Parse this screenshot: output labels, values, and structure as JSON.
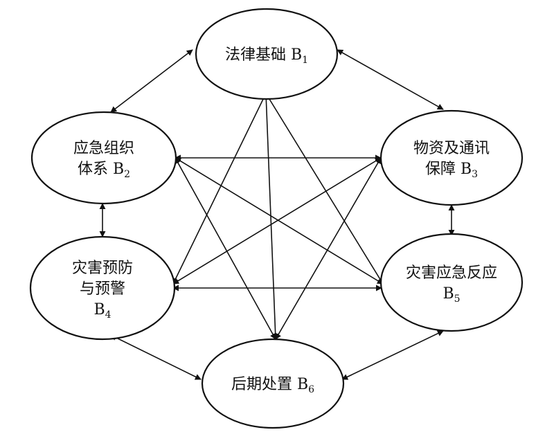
{
  "nodes": [
    {
      "id": "B1",
      "lines": [
        {
          "text": "法律基础 ",
          "code": "B",
          "sub": "1"
        }
      ]
    },
    {
      "id": "B2",
      "lines": [
        {
          "text": "应急组织"
        },
        {
          "text": "体系 ",
          "code": "B",
          "sub": "2"
        }
      ]
    },
    {
      "id": "B3",
      "lines": [
        {
          "text": "物资及通讯"
        },
        {
          "text": "保障 ",
          "code": "B",
          "sub": "3"
        }
      ]
    },
    {
      "id": "B4",
      "lines": [
        {
          "text": "灾害预防"
        },
        {
          "text": "与预警"
        },
        {
          "text": "",
          "code": "B",
          "sub": "4"
        }
      ]
    },
    {
      "id": "B5",
      "lines": [
        {
          "text": "灾害应急反应"
        },
        {
          "text": "",
          "code": "B",
          "sub": "5"
        }
      ]
    },
    {
      "id": "B6",
      "lines": [
        {
          "text": "后期处置 ",
          "code": "B",
          "sub": "6"
        }
      ]
    }
  ],
  "edges": [
    [
      "B1",
      "B2"
    ],
    [
      "B1",
      "B3"
    ],
    [
      "B1",
      "B4"
    ],
    [
      "B1",
      "B5"
    ],
    [
      "B1",
      "B6"
    ],
    [
      "B2",
      "B3"
    ],
    [
      "B2",
      "B4"
    ],
    [
      "B2",
      "B5"
    ],
    [
      "B2",
      "B6"
    ],
    [
      "B3",
      "B4"
    ],
    [
      "B3",
      "B5"
    ],
    [
      "B3",
      "B6"
    ],
    [
      "B4",
      "B5"
    ],
    [
      "B4",
      "B6"
    ],
    [
      "B5",
      "B6"
    ]
  ],
  "arrow_style": "double-headed"
}
